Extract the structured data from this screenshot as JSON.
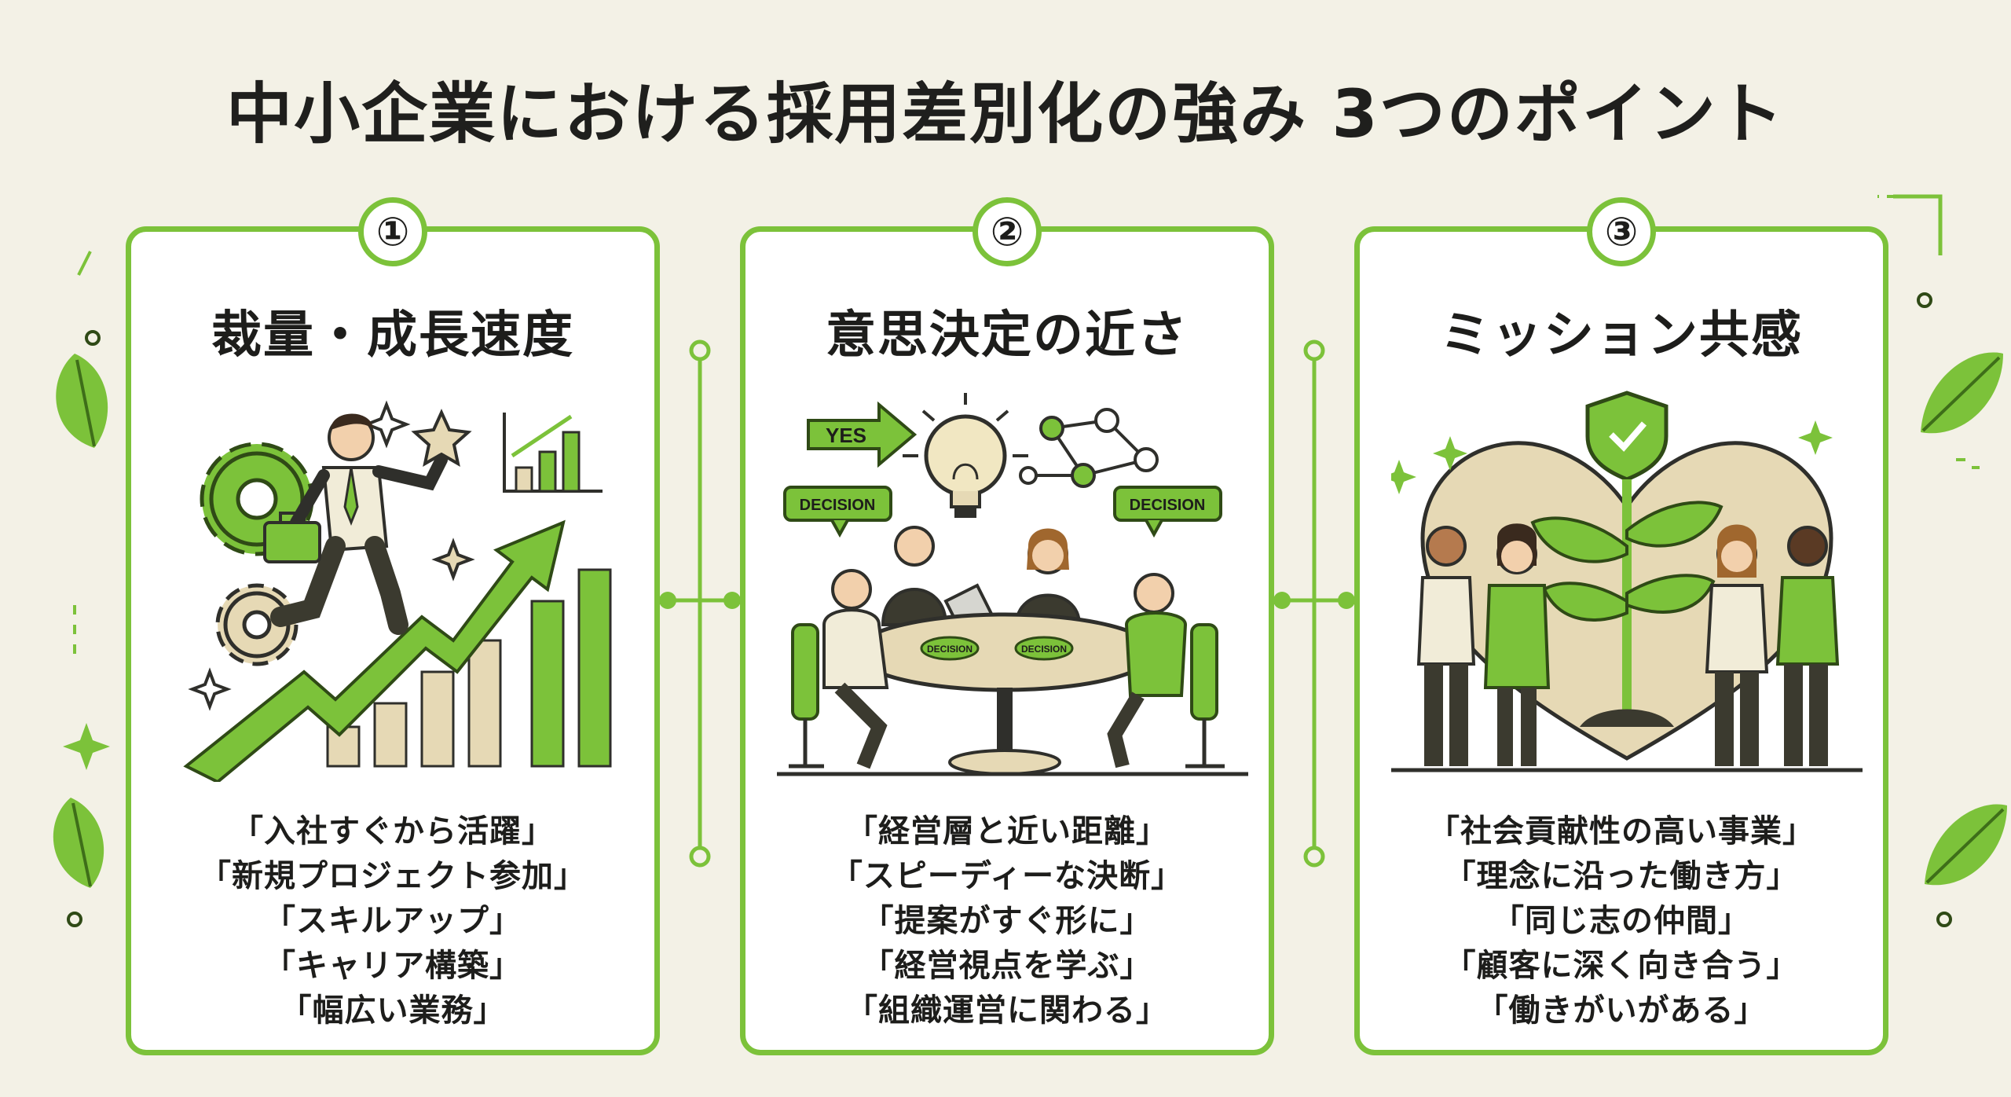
{
  "title": "中小企業における採用差別化の強み 3つのポイント",
  "colors": {
    "accent": "#7cc23a",
    "background": "#f3f1e6",
    "card": "#ffffff",
    "text": "#1d1d1b"
  },
  "cards": [
    {
      "number": "①",
      "title": "裁量・成長速度",
      "illustration_icons": [
        "gear-icon",
        "star-icon",
        "growth-arrow-icon",
        "bar-chart-icon",
        "briefcase-icon",
        "person-icon"
      ],
      "points": [
        "「入社すぐから活躍」",
        "「新規プロジェクト参加」",
        "「スキルアップ」",
        "「キャリア構築」",
        "「幅広い業務」"
      ]
    },
    {
      "number": "②",
      "title": "意思決定の近さ",
      "illustration_labels": [
        "YES",
        "DECISION",
        "DECISION",
        "DECISION",
        "DECISION"
      ],
      "illustration_icons": [
        "lightbulb-icon",
        "network-icon",
        "meeting-table-icon",
        "laptop-icon",
        "chair-icon"
      ],
      "points": [
        "「経営層と近い距離」",
        "「スピーディーな決断」",
        "「提案がすぐ形に」",
        "「経営視点を学ぶ」",
        "「組織運営に関わる」"
      ]
    },
    {
      "number": "③",
      "title": "ミッション共感",
      "illustration_icons": [
        "heart-icon",
        "shield-check-icon",
        "plant-icon",
        "sparkle-icon",
        "people-icon"
      ],
      "points": [
        "「社会貢献性の高い事業」",
        "「理念に沿った働き方」",
        "「同じ志の仲間」",
        "「顧客に深く向き合う」",
        "「働きがいがある」"
      ]
    }
  ]
}
